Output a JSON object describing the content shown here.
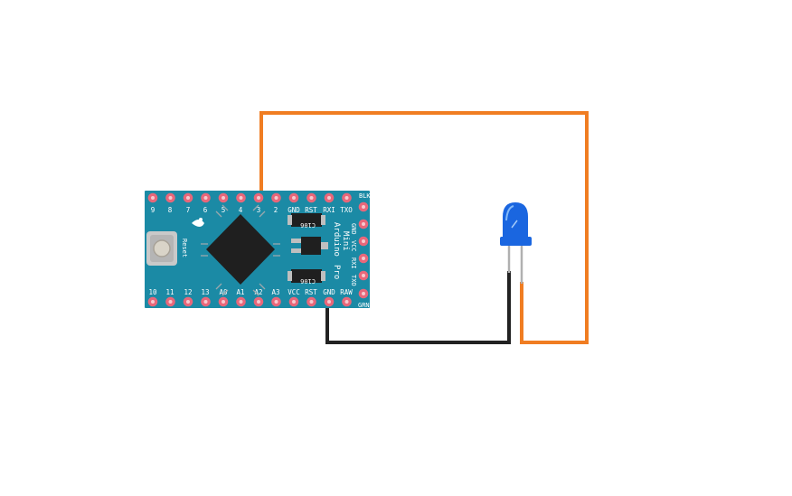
{
  "board": {
    "top_pins": [
      "9",
      "8",
      "7",
      "6",
      "5",
      "4",
      "3",
      "2",
      "GND",
      "RST",
      "RXI",
      "TXO"
    ],
    "bottom_pins": [
      "10",
      "11",
      "12",
      "13",
      "A0",
      "A1",
      "A2",
      "A3",
      "VCC",
      "RST",
      "GND",
      "RAW"
    ],
    "right_pins": [
      "GND",
      "VCC",
      "RXI",
      "TXO"
    ],
    "right_top_label": "BLK",
    "right_bottom_label": "GRN",
    "brand_lines": [
      "Arduino",
      "Mini",
      "Pro"
    ],
    "chip_label_1": "C106",
    "chip_label_2": "C106",
    "reset_label": "Reset",
    "board_color": "#1b8aa5",
    "pad_color": "#e8677a"
  },
  "wires": {
    "orange_color": "#f07d22",
    "black_color": "#222222"
  },
  "led": {
    "color": "#1a66e0"
  }
}
